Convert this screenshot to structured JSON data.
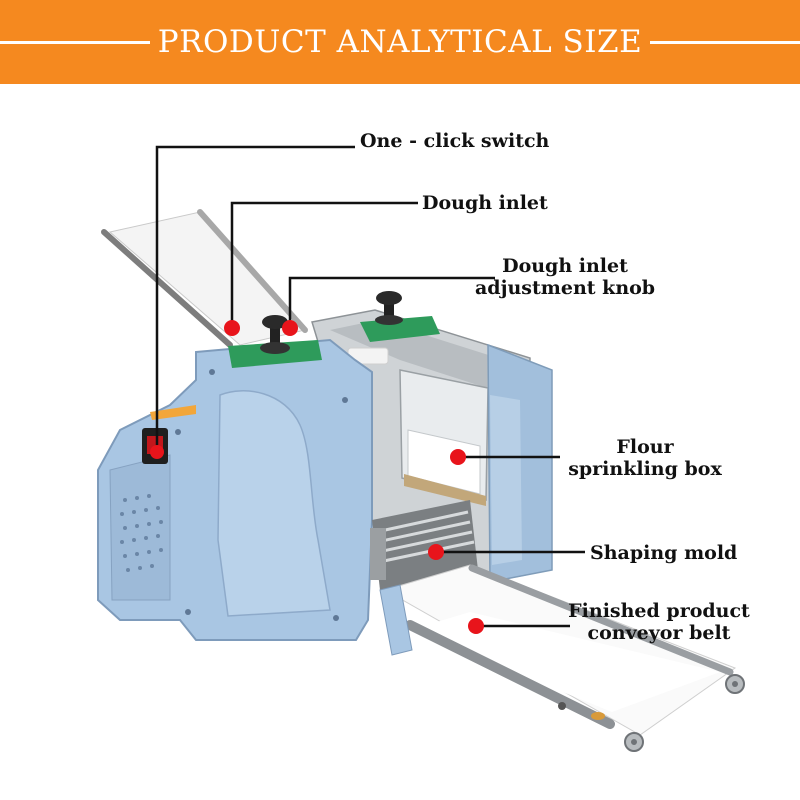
{
  "header": {
    "title": "PRODUCT ANALYTICAL SIZE"
  },
  "callouts": [
    {
      "id": "switch",
      "text": "One - click switch"
    },
    {
      "id": "inlet",
      "text": "Dough inlet"
    },
    {
      "id": "knob",
      "text": "Dough inlet adjustment knob",
      "lines": [
        "Dough inlet",
        "adjustment knob"
      ]
    },
    {
      "id": "flour",
      "text": "Flour sprinkling box",
      "lines": [
        "Flour",
        "sprinkling box"
      ]
    },
    {
      "id": "mold",
      "text": "Shaping mold"
    },
    {
      "id": "belt",
      "text": "Finished product conveyor belt",
      "lines": [
        "Finished product",
        "conveyor belt"
      ]
    }
  ],
  "colors": {
    "banner": "#f5891f",
    "machine_body": "#a9c6e3",
    "marker": "#e8141b"
  }
}
